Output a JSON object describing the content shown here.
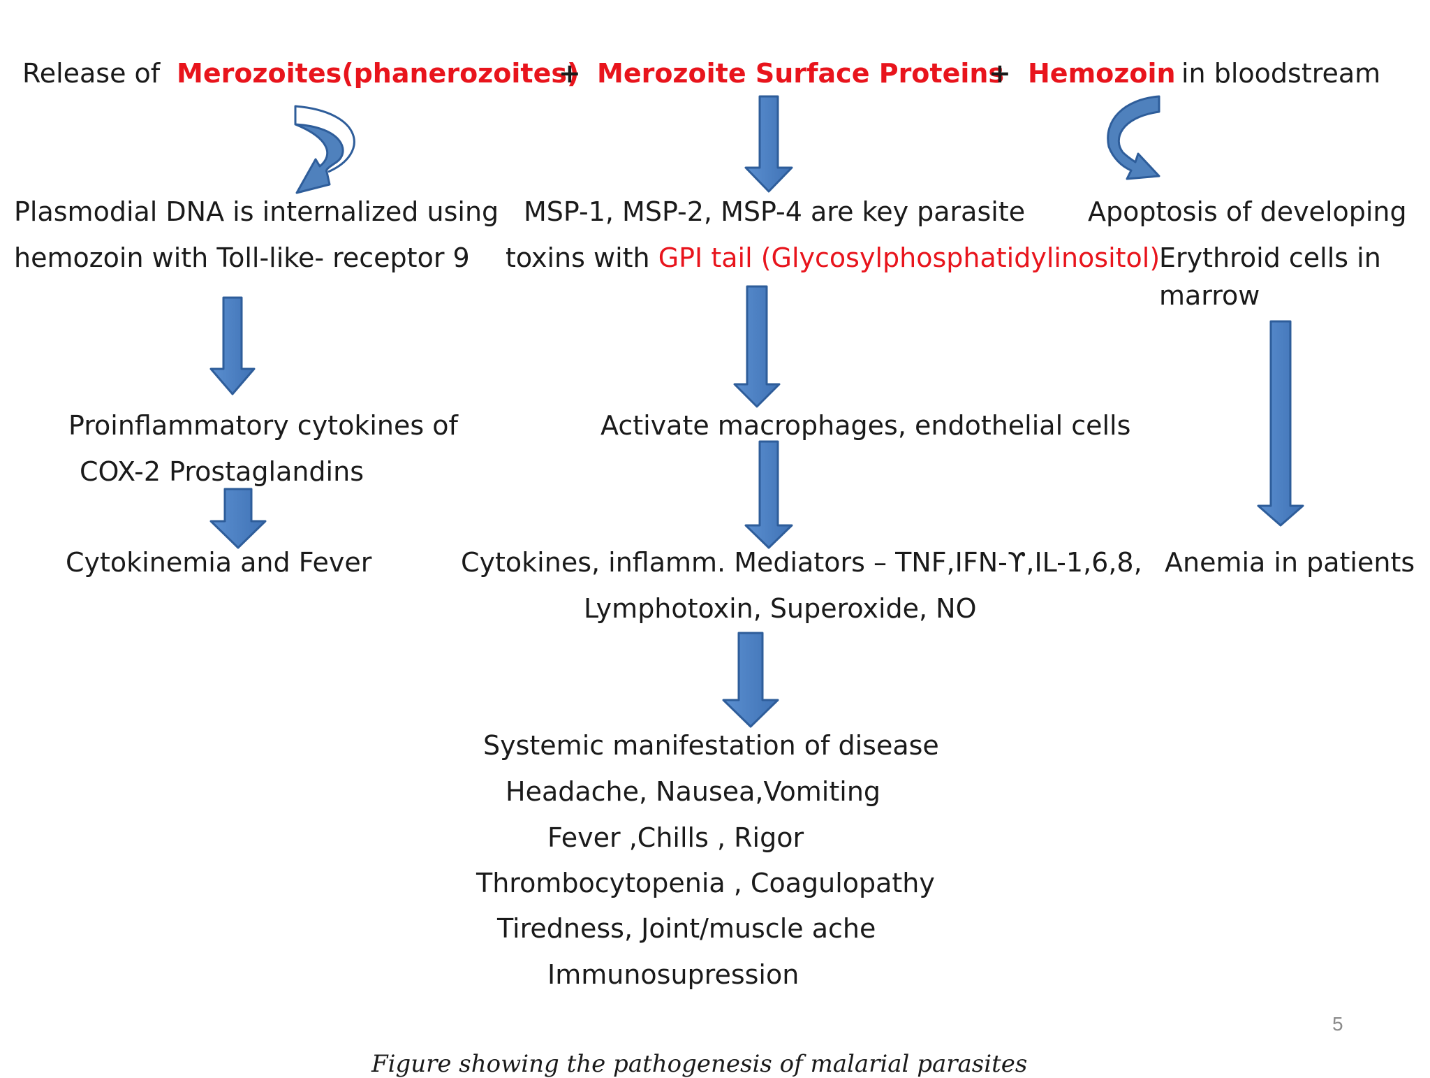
{
  "header": {
    "prefix": "Release of",
    "item1": "Merozoites(phanerozoites)",
    "plus1": "+",
    "item2": "Merozoite Surface  Proteins",
    "plus2": "+",
    "item3": "Hemozoin",
    "suffix": "in bloodstream"
  },
  "left": {
    "box1_line1": "Plasmodial DNA is internalized using",
    "box1_line2": "hemozoin  with Toll-like- receptor 9",
    "box2_line1": "Proinflammatory cytokines of",
    "box2_line2": "COX-2  Prostaglandins",
    "box3": "Cytokinemia and Fever"
  },
  "middle": {
    "box1_line1": "MSP-1, MSP-2, MSP-4  are key parasite",
    "box1_line2_prefix": "toxins with ",
    "box1_line2_red": "GPI tail (Glycosylphosphatidylinositol)",
    "box2": "Activate macrophages, endothelial cells",
    "box3_line1": "Cytokines, inflamm. Mediators – TNF,IFN-ϒ,IL-1,6,8,",
    "box3_line2": "Lymphotoxin, Superoxide, NO"
  },
  "right": {
    "box1_line1": "Apoptosis of developing",
    "box1_line2": "Erythroid cells in",
    "box1_line3": "marrow",
    "box2": "Anemia in patients"
  },
  "systemic": {
    "title": "Systemic manifestation of disease",
    "lines": [
      "Headache, Nausea,Vomiting",
      "Fever ,Chills , Rigor",
      "Thrombocytopenia , Coagulopathy",
      "Tiredness,  Joint/muscle ache",
      "Immunosupression"
    ]
  },
  "page_number": "5",
  "caption": "Figure showing the pathogenesis of malarial parasites",
  "colors": {
    "highlight": "#e8141c",
    "arrow_fill": "#4f81bd",
    "arrow_stroke": "#2e5d9a",
    "text": "#1a1a1a"
  }
}
